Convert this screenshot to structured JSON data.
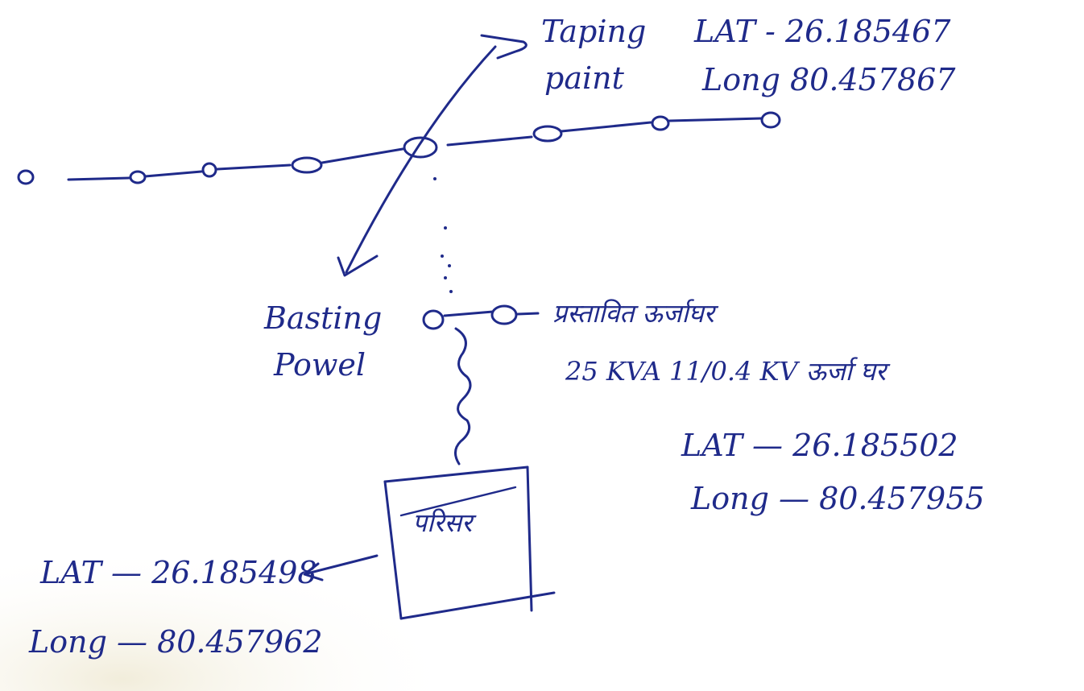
{
  "tapping_point": {
    "label_line1": "Taping",
    "label_line2": "paint",
    "lat": "LAT - 26.185467",
    "long": "Long 80.457867"
  },
  "existing_pole": {
    "label_line1": "Basting",
    "label_line2": "Powel"
  },
  "transformer": {
    "label_hindi": "प्रस्तावित ऊर्जाघर",
    "rating": "25 KVA 11/0.4 KV ऊर्जा घर",
    "lat": "LAT — 26.185502",
    "long": "Long — 80.457955"
  },
  "box": {
    "label": "परिसर",
    "lat": "LAT — 26.185498",
    "long": "Long — 80.457962"
  },
  "colors": {
    "ink": "#1f2a8a",
    "paper": "#ffffff"
  }
}
